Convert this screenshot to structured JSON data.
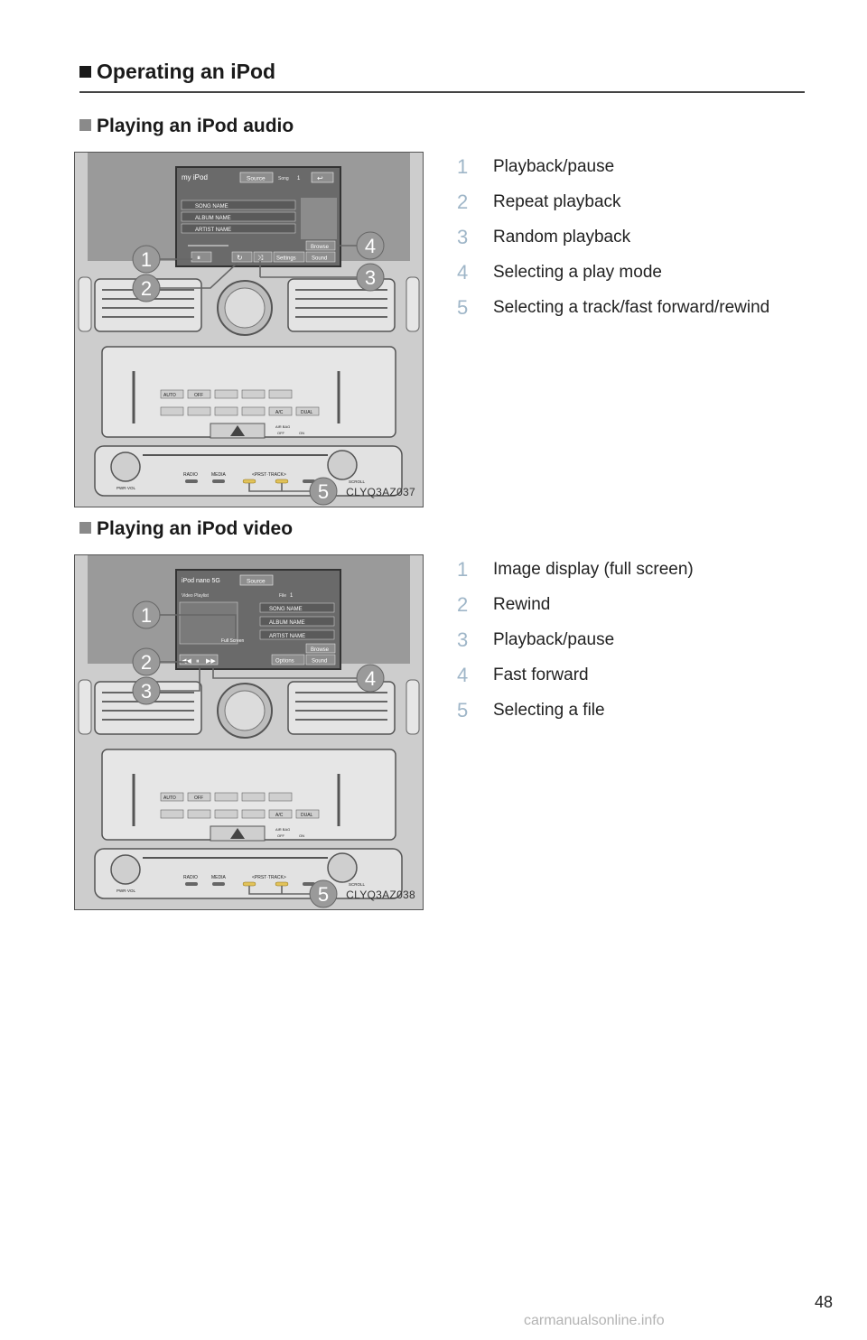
{
  "section": {
    "title": "Operating an iPod"
  },
  "audio": {
    "heading": "Playing an iPod audio",
    "figure_code": "CLYQ3AZ037",
    "screen": {
      "title": "my iPod",
      "source_label": "Source",
      "song_label": "Song",
      "song_num": "1",
      "rows": [
        "SONG NAME",
        "ALBUM NAME",
        "ARTIST NAME"
      ],
      "browse_label": "Browse",
      "settings_label": "Settings",
      "sound_label": "Sound"
    },
    "items": [
      {
        "num": "1",
        "text": "Playback/pause"
      },
      {
        "num": "2",
        "text": "Repeat playback"
      },
      {
        "num": "3",
        "text": "Random playback"
      },
      {
        "num": "4",
        "text": "Selecting a play mode"
      },
      {
        "num": "5",
        "text": "Selecting a track/fast forward/rewind"
      }
    ]
  },
  "video": {
    "heading": "Playing an iPod video",
    "figure_code": "CLYQ3AZ038",
    "screen": {
      "title": "iPod nano 5G",
      "source_label": "Source",
      "playlist_label": "Video Playlist",
      "file_label": "File",
      "file_num": "1",
      "fullscreen_label": "Full Screen",
      "rows": [
        "SONG NAME",
        "ALBUM NAME",
        "ARTIST NAME"
      ],
      "browse_label": "Browse",
      "options_label": "Options",
      "sound_label": "Sound"
    },
    "items": [
      {
        "num": "1",
        "text": "Image display (full screen)"
      },
      {
        "num": "2",
        "text": "Rewind"
      },
      {
        "num": "3",
        "text": "Playback/pause"
      },
      {
        "num": "4",
        "text": "Fast forward"
      },
      {
        "num": "5",
        "text": "Selecting a file"
      }
    ]
  },
  "panel": {
    "auto": "AUTO",
    "off": "OFF",
    "ac": "A/C",
    "dual": "DUAL",
    "radio": "RADIO",
    "media": "MEDIA",
    "track": "<PRST·TRACK>",
    "pwr_vol": "PWR·VOL",
    "scroll": "SCROLL",
    "airbag": "AIR BAG",
    "airbag_off": "OFF",
    "airbag_on": "ON"
  },
  "callouts": [
    "1",
    "2",
    "3",
    "4",
    "5"
  ],
  "footer": {
    "page_number": "48",
    "watermark": "carmanualsonline.info"
  }
}
